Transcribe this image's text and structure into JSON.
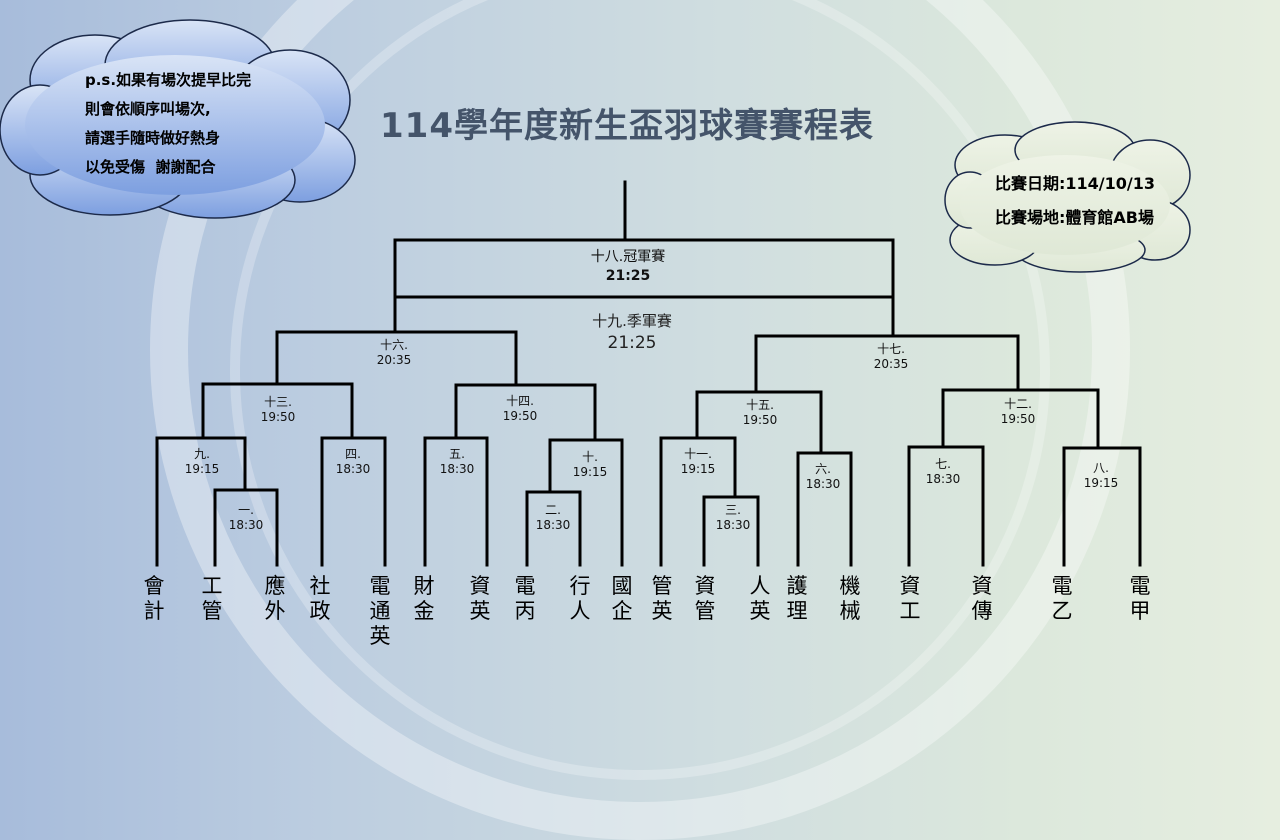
{
  "title": "114學年度新生盃羽球賽賽程表",
  "notice": {
    "lines": [
      "p.s.如果有場次提早比完",
      "則會依順序叫場次,",
      "請選手隨時做好熱身",
      "以免受傷  謝謝配合"
    ]
  },
  "info": {
    "date": "比賽日期:114/10/13",
    "venue": "比賽場地:體育館AB場"
  },
  "final": {
    "label": "十八.冠軍賽",
    "time": "21:25"
  },
  "third_place": {
    "label": "十九.季軍賽",
    "time": "21:25"
  },
  "matches": {
    "m1": {
      "label": "一.",
      "time": "18:30"
    },
    "m2": {
      "label": "二.",
      "time": "18:30"
    },
    "m3": {
      "label": "三.",
      "time": "18:30"
    },
    "m4": {
      "label": "四.",
      "time": "18:30"
    },
    "m5": {
      "label": "五.",
      "time": "18:30"
    },
    "m6": {
      "label": "六.",
      "time": "18:30"
    },
    "m7": {
      "label": "七.",
      "time": "18:30"
    },
    "m8": {
      "label": "八.",
      "time": "19:15"
    },
    "m9": {
      "label": "九.",
      "time": "19:15"
    },
    "m10": {
      "label": "十.",
      "time": "19:15"
    },
    "m11": {
      "label": "十一.",
      "time": "19:15"
    },
    "m12": {
      "label": "十二.",
      "time": "19:50"
    },
    "m13": {
      "label": "十三.",
      "time": "19:50"
    },
    "m14": {
      "label": "十四.",
      "time": "19:50"
    },
    "m15": {
      "label": "十五.",
      "time": "19:50"
    },
    "m16": {
      "label": "十六.",
      "time": "20:35"
    },
    "m17": {
      "label": "十七.",
      "time": "20:35"
    }
  },
  "teams": [
    "會計",
    "工管",
    "應外",
    "社政",
    "電通英",
    "財金",
    "資英",
    "電丙",
    "行人",
    "國企",
    "管英",
    "資管",
    "人英",
    "護理",
    "機械",
    "資工",
    "資傳",
    "電乙",
    "電甲"
  ]
}
